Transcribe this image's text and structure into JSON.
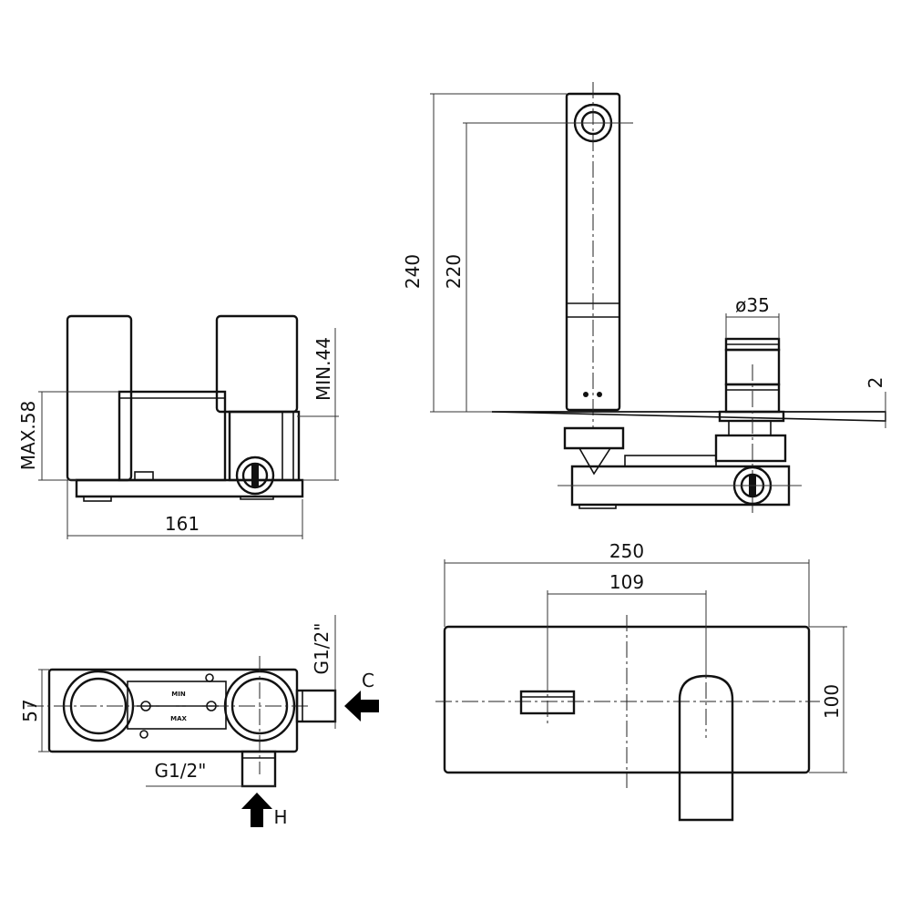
{
  "labels": {
    "width_161": "161",
    "max_58": "MAX.58",
    "min_44": "MIN.44",
    "height_240": "240",
    "height_220": "220",
    "diameter_35": "ø35",
    "thickness_2": "2",
    "width_250": "250",
    "spacing_109": "109",
    "height_100": "100",
    "depth_57": "57",
    "thread_top": "G1/2\"",
    "thread_bottom": "G1/2\"",
    "inlet_cold": "C",
    "inlet_hot": "H",
    "valve_min": "MIN",
    "valve_max": "MAX"
  }
}
